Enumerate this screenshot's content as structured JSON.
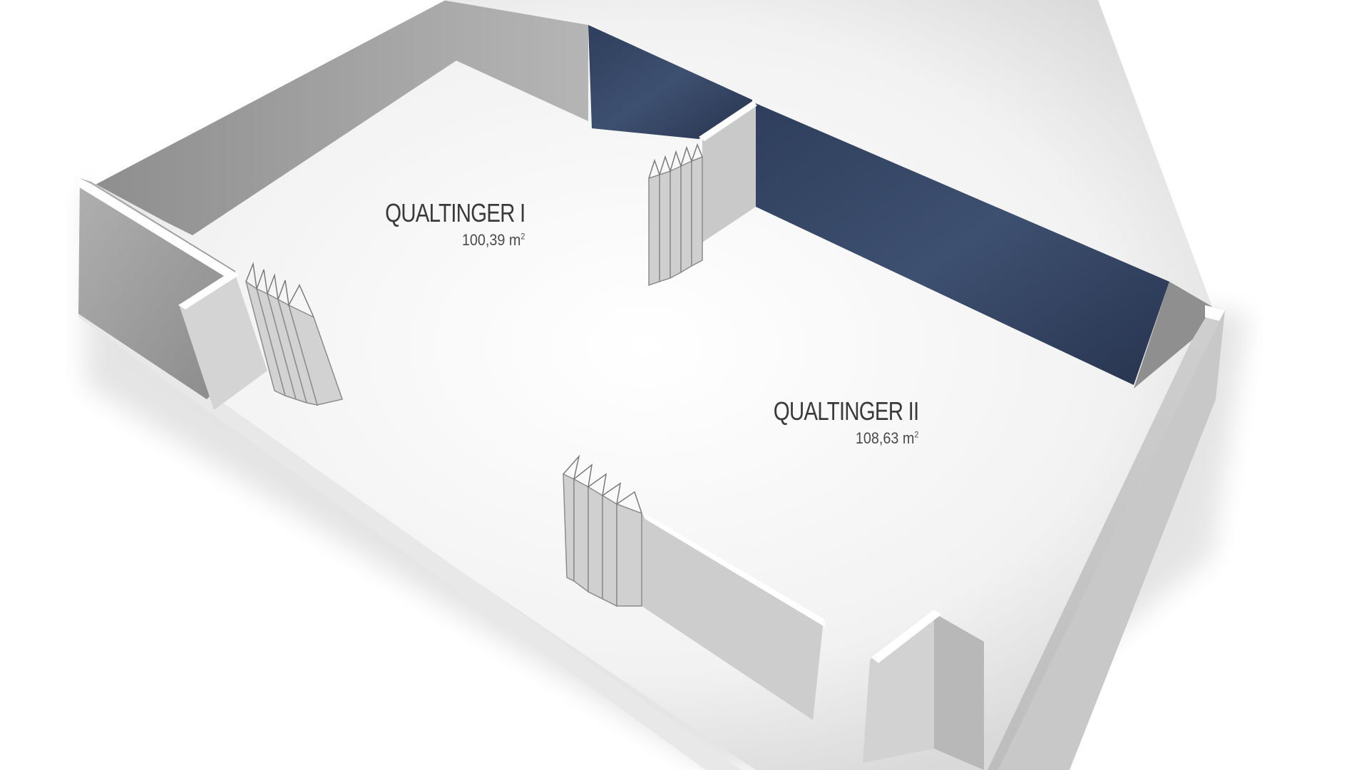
{
  "rooms": [
    {
      "name": "QUALTINGER I",
      "area_value": "100,39",
      "area_unit": "m",
      "area_exp": "2"
    },
    {
      "name": "QUALTINGER II",
      "area_value": "108,63",
      "area_unit": "m",
      "area_exp": "2"
    }
  ],
  "colors": {
    "floor": "#f4f4f4",
    "wall_top": "#ffffff",
    "wall_inner": "#9a9a9a",
    "wall_outer": "#cfcfcf",
    "glass": "#2f4060",
    "text": "#3a3a3a"
  }
}
